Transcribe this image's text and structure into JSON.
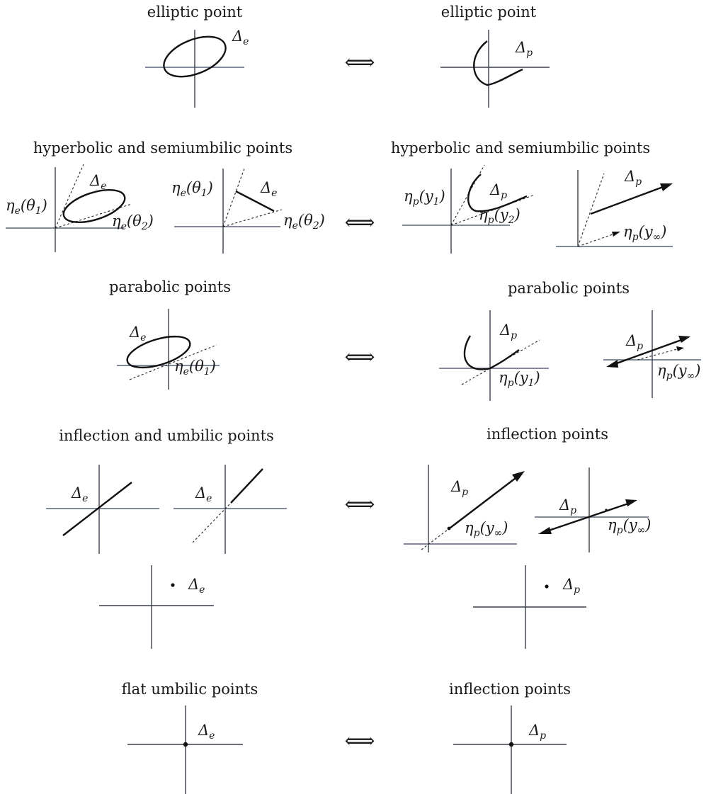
{
  "rows": [
    {
      "left_title": "elliptic point",
      "right_title": "elliptic point"
    },
    {
      "left_title": "hyperbolic and semiumbilic points",
      "right_title": "hyperbolic and semiumbilic points"
    },
    {
      "left_title": "parabolic points",
      "right_title": "parabolic points"
    },
    {
      "left_title": "inflection and umbilic points",
      "right_title": "inflection points"
    },
    {
      "left_title": "flat umbilic points",
      "right_title": "inflection points"
    }
  ],
  "symbols": {
    "equivalence": "⟺",
    "delta": "Δ",
    "eta": "η",
    "sub_e": "e",
    "sub_p": "p",
    "theta1": "(θ",
    "theta2": "(θ",
    "y1": "(y",
    "y2": "(y",
    "yinf": "(y",
    "one": "1",
    "two": "2",
    "inf": "∞",
    "close": ")"
  }
}
